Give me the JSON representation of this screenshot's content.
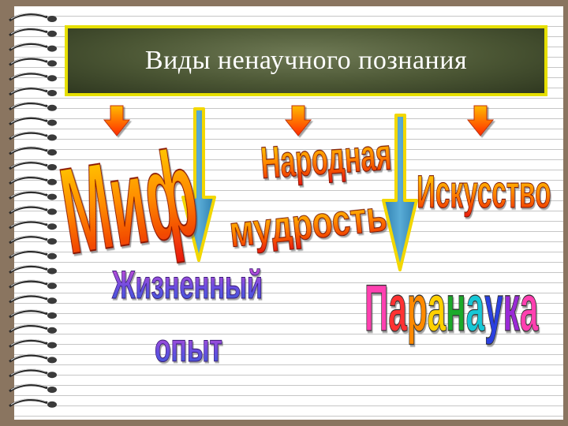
{
  "title": "Виды ненаучного познания",
  "words": {
    "myth": "Миф",
    "folk_1": "Народная",
    "folk_2": "мудрость",
    "art": "Искусство",
    "life_1": "Жизненный",
    "life_2": "опыт",
    "parascience": "Паранаука"
  },
  "colors": {
    "frame": "#8a7560",
    "title_bg": "#4b5634",
    "title_border": "#e6df00",
    "arrow_red": "#ff3300",
    "arrow_blue": "#3b8fc0"
  },
  "parascience_letter_colors": [
    "#ff3fb0",
    "#ff3030",
    "#ff8a00",
    "#ffd000",
    "#1faa2a",
    "#19c7d6",
    "#2a3fe0",
    "#9a2bd6",
    "#ff3fb0"
  ]
}
